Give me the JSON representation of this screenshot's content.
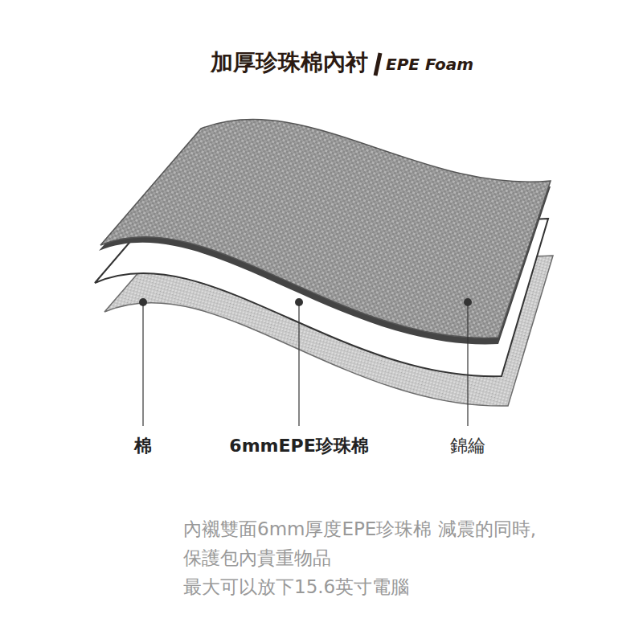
{
  "diagram": {
    "title": "加厚珍珠棉內衬",
    "caption": "內襯雙面6mm厚度EPE珍珠棉 減震的同時,保護包內貴重物品 最大可以放下15.6英寸電腦",
    "labels": [
      "EPE Foam",
      "棉",
      "6mmEPE珍珠棉",
      "錦綸"
    ]
  }
}
